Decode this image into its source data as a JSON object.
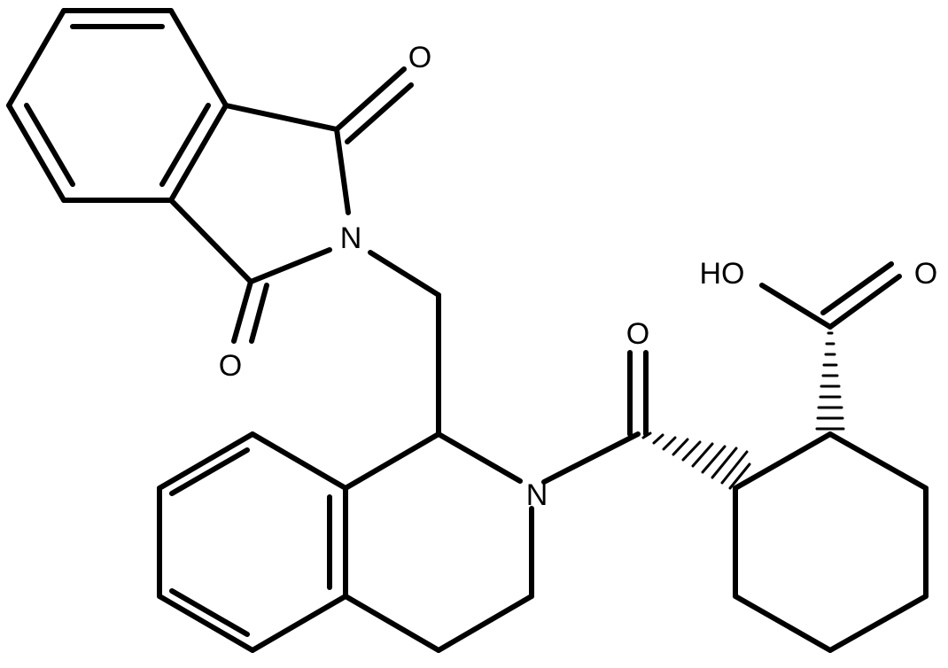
{
  "atom_labels": {
    "o_phth_top": "O",
    "n_phth": "N",
    "o_phth_bot": "O",
    "o_amide": "O",
    "n_thiq": "N",
    "oh_acid": "HO",
    "o_acid": "O"
  },
  "colors": {
    "bond": "#000000",
    "background": "#ffffff"
  }
}
